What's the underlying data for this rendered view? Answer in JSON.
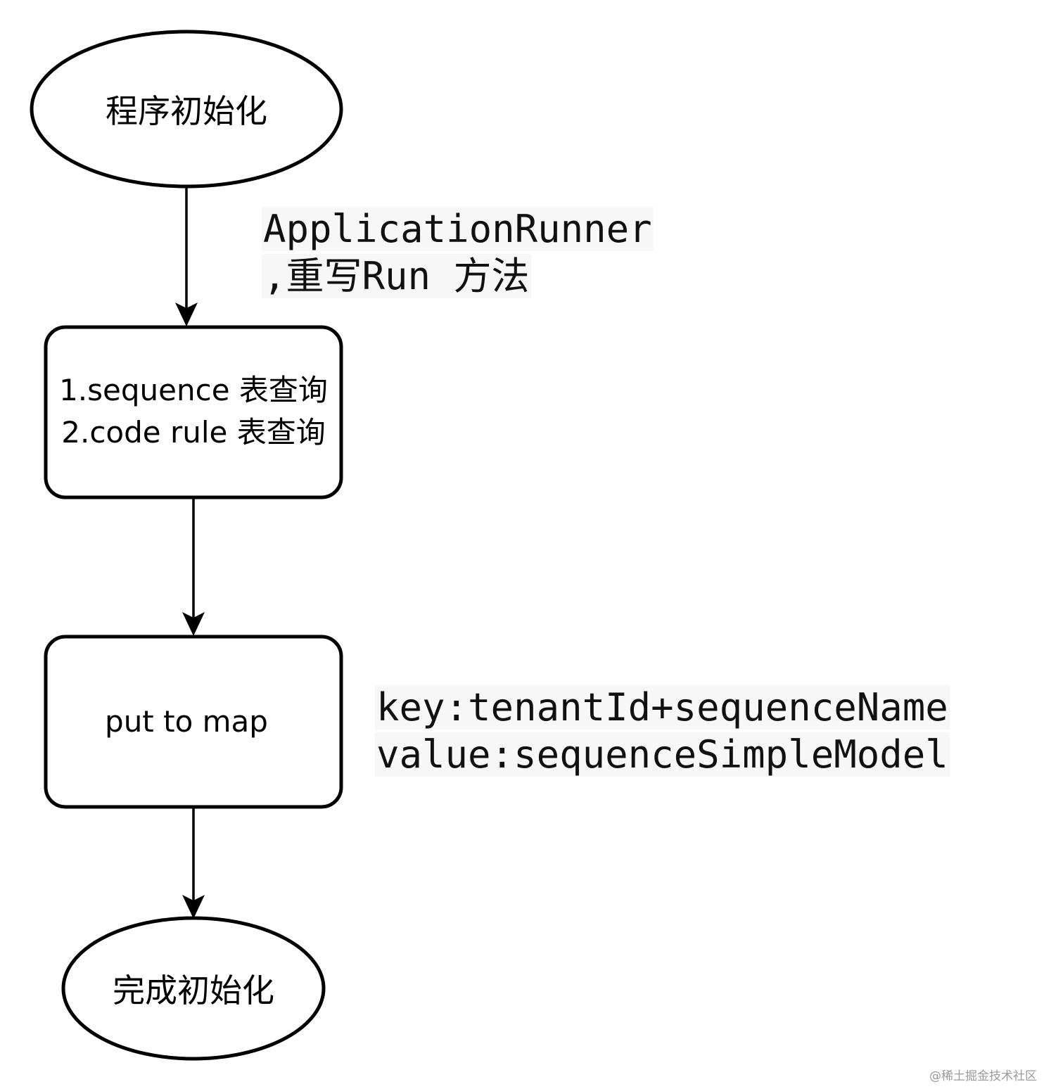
{
  "nodes": {
    "start": {
      "text": "程序初始化"
    },
    "query": {
      "lines": [
        "1.sequence 表查询",
        "2.code rule 表查询"
      ]
    },
    "put": {
      "text": "put to map"
    },
    "end": {
      "text": "完成初始化"
    }
  },
  "labels": {
    "runner": {
      "lines": [
        "ApplicationRunner",
        ",重写Run 方法"
      ]
    },
    "map": {
      "lines": [
        "key:tenantId+sequenceName",
        "value:sequenceSimpleModel"
      ]
    }
  },
  "watermark": "@稀土掘金技术社区"
}
